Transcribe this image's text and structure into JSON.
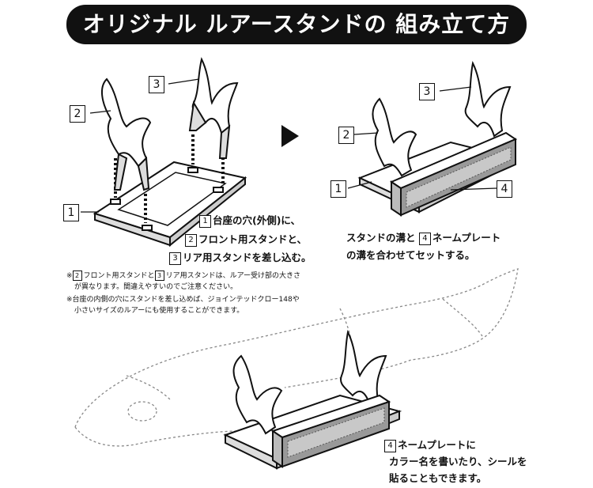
{
  "title": "オリジナル ルアースタンドの 組み立て方",
  "labels": {
    "one": "1",
    "two": "2",
    "three": "3",
    "four": "4"
  },
  "step1": {
    "line1_num": "1",
    "line1": "台座の穴(外側)に、",
    "line2_num": "2",
    "line2": "フロント用スタンドと、",
    "line3_num": "3",
    "line3": "リア用スタンドを差し込む。"
  },
  "step2": {
    "line1_a": "スタンドの溝と",
    "line1_num": "4",
    "line1_b": "ネームプレート",
    "line2": "の溝を合わせてセットする。"
  },
  "notes": {
    "n1_prefix": "※",
    "n1_num2": "2",
    "n1_a": "フロント用スタンドと",
    "n1_num3": "3",
    "n1_b": "リア用スタンドは、ルアー受け部の大きさ",
    "n1_line2": "が異なります。間違えやすいのでご注意ください。",
    "n2_line1": "※台座の内側の穴にスタンドを差し込めば、ジョインテッドクロー148や",
    "n2_line2": "小さいサイズのルアーにも使用することができます。"
  },
  "step3": {
    "line1_num": "4",
    "line1": "ネームプレートに",
    "line2": "カラー名を書いたり、シールを",
    "line3": "貼ることもできます。"
  }
}
